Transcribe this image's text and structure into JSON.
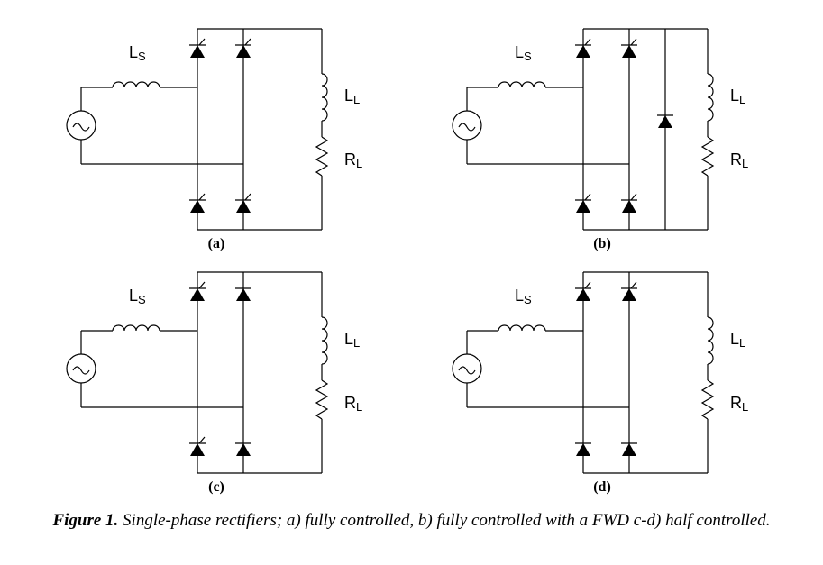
{
  "figure": {
    "panels": [
      {
        "label": "(a)",
        "ls": "L",
        "ls_sub": "S",
        "ll": "L",
        "ll_sub": "L",
        "rl": "R",
        "rl_sub": "L",
        "devices": [
          "scr",
          "scr",
          "scr",
          "scr"
        ],
        "fwd": false
      },
      {
        "label": "(b)",
        "ls": "L",
        "ls_sub": "S",
        "ll": "L",
        "ll_sub": "L",
        "rl": "R",
        "rl_sub": "L",
        "devices": [
          "scr",
          "scr",
          "scr",
          "scr"
        ],
        "fwd": true
      },
      {
        "label": "(c)",
        "ls": "L",
        "ls_sub": "S",
        "ll": "L",
        "ll_sub": "L",
        "rl": "R",
        "rl_sub": "L",
        "devices": [
          "scr",
          "diode",
          "scr",
          "diode"
        ],
        "fwd": false
      },
      {
        "label": "(d)",
        "ls": "L",
        "ls_sub": "S",
        "ll": "L",
        "ll_sub": "L",
        "rl": "R",
        "rl_sub": "L",
        "devices": [
          "scr",
          "scr",
          "diode",
          "diode"
        ],
        "fwd": false
      }
    ],
    "caption_bold": "Figure 1.",
    "caption_text": " Single-phase rectifiers; a) fully controlled, b) fully controlled with a FWD c-d) half controlled."
  }
}
